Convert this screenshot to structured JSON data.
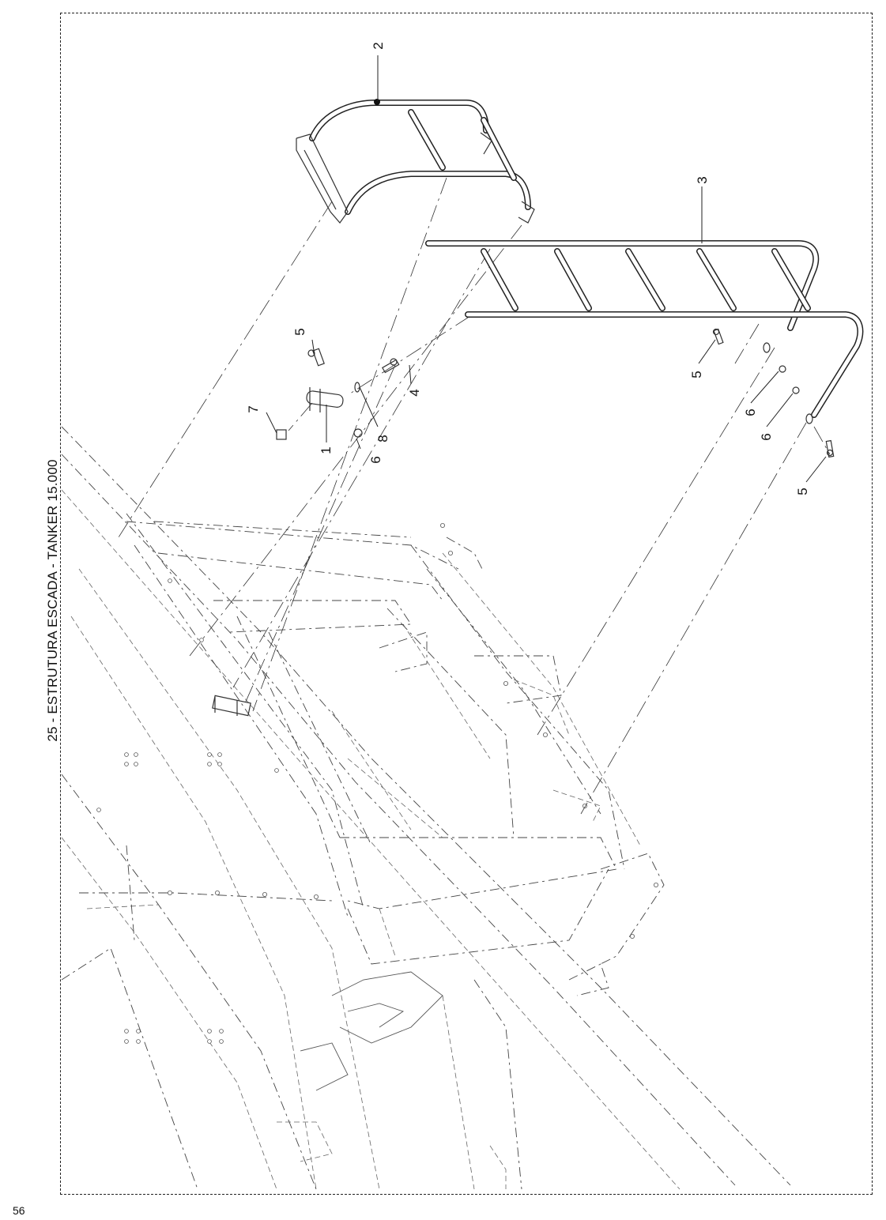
{
  "page": {
    "title": "25 - ESTRUTURA ESCADA - TANKER 15.000",
    "page_number": "56"
  },
  "callouts": {
    "c1": "1",
    "c2": "2",
    "c3": "3",
    "c4": "4",
    "c5a": "5",
    "c5b": "5",
    "c5c": "5",
    "c6a": "6",
    "c6b": "6",
    "c6c": "6",
    "c7": "7",
    "c8": "8"
  }
}
